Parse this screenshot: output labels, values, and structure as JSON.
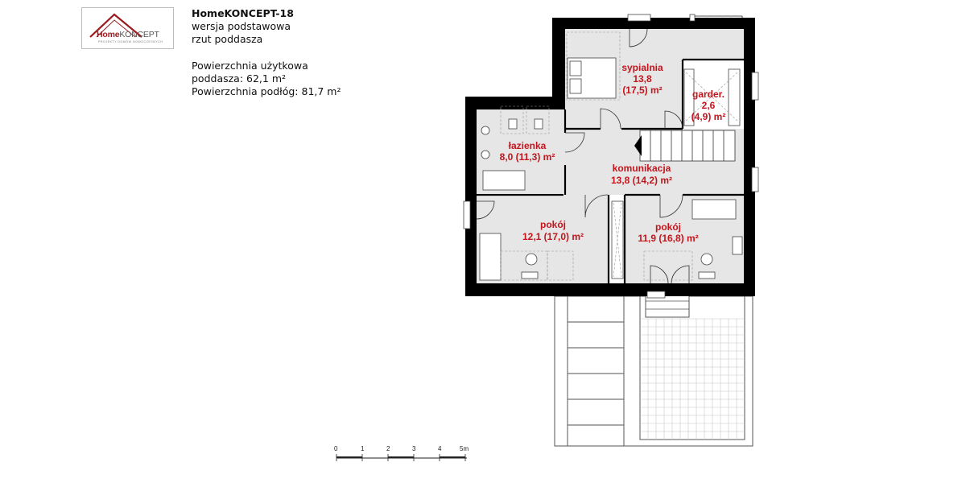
{
  "logo": {
    "brand_home": "Home",
    "brand_koncept": "KONCEPT",
    "tagline": "PROJEKTY DOMÓW NOWOCZESNYCH",
    "color": "#9b1b1e"
  },
  "header": {
    "project_name": "HomeKONCEPT-18",
    "version": "wersja podstawowa",
    "plan_type": "rzut poddasza"
  },
  "areas": {
    "usable_label": "Powierzchnia użytkowa",
    "attic_area": "poddasza: 62,1 m²",
    "floor_area": "Powierzchnia podłóg: 81,7 m²"
  },
  "rooms": {
    "sypialnia": {
      "name": "sypialnia",
      "area": "13,8",
      "floor": "(17,5) m²"
    },
    "garderoba": {
      "name": "garder.",
      "area": "2,6",
      "floor": "(4,9) m²"
    },
    "lazienka": {
      "name": "łazienka",
      "area": "8,0 (11,3) m²"
    },
    "komunikacja": {
      "name": "komunikacja",
      "area": "13,8 (14,2) m²"
    },
    "pokoj1": {
      "name": "pokój",
      "area": "12,1 (17,0) m²"
    },
    "pokoj2": {
      "name": "pokój",
      "area": "11,9 (16,8) m²"
    }
  },
  "scale": {
    "ticks": [
      "0",
      "1",
      "2",
      "3",
      "4",
      "5m"
    ]
  },
  "colors": {
    "wall": "#000000",
    "floor": "#e6e6e6",
    "label": "#c4151c"
  }
}
